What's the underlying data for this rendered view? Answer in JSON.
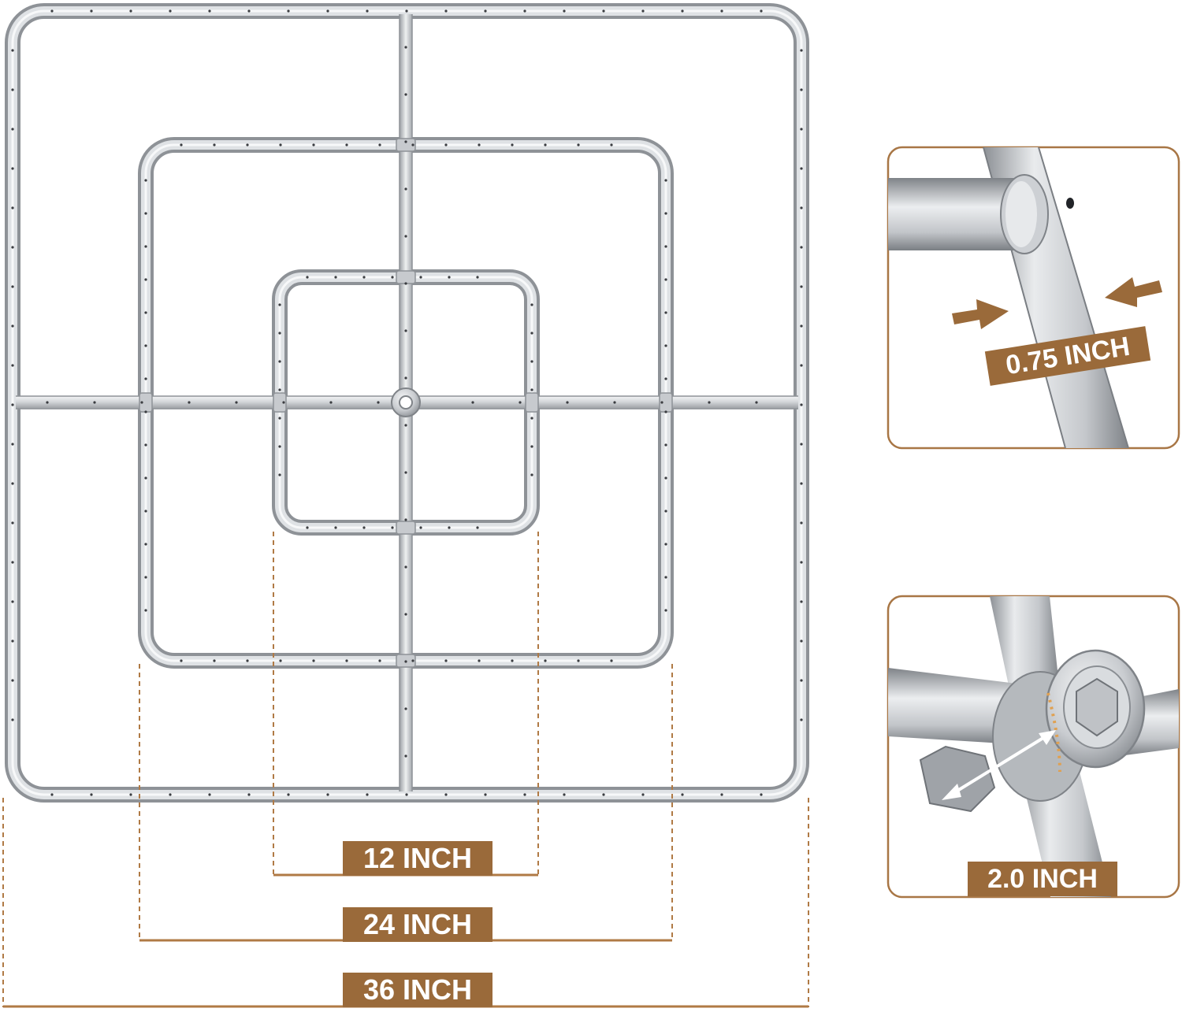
{
  "dimensions": {
    "inner": "12 INCH",
    "middle": "24 INCH",
    "outer": "36 INCH"
  },
  "details": {
    "pipe_diameter": "0.75 INCH",
    "inlet_size": "2.0 INCH"
  },
  "colors": {
    "accent_brown": "#9a6a3a",
    "steel_light": "#e4e6e8",
    "steel_mid": "#b9bcc0",
    "steel_dark": "#8f9398",
    "background": "#ffffff"
  }
}
